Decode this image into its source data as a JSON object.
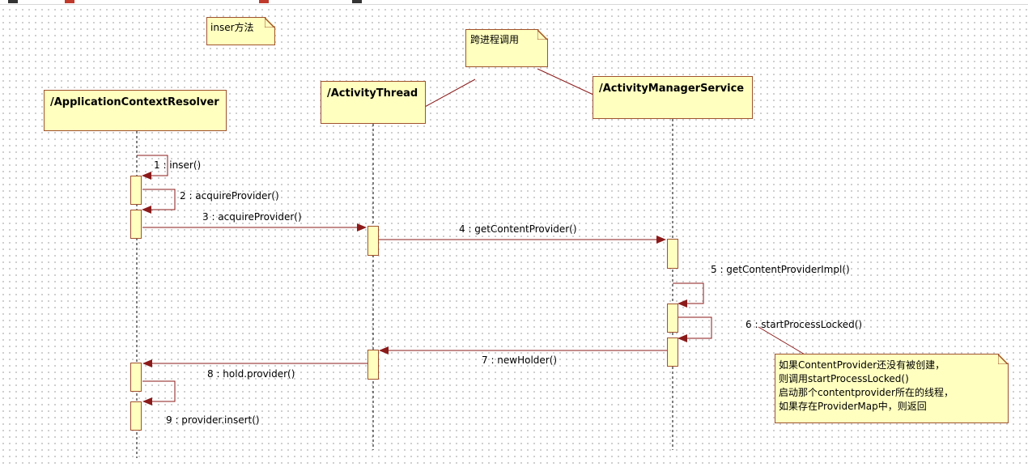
{
  "notes": {
    "insert_method": "inser方法",
    "cross_process": "跨进程调用",
    "explanation": [
      "如果ContentProvider还没有被创建，",
      "则调用startProcessLocked()",
      "启动那个contentprovider所在的线程，",
      "如果存在ProviderMap中，则返回"
    ]
  },
  "lifelines": {
    "resolver": "/ApplicationContextResolver",
    "thread": "/ActivityThread",
    "ams": "/ActivityManagerService"
  },
  "messages": [
    "1 : inser()",
    "2 : acquireProvider()",
    "3 : acquireProvider()",
    "4 : getContentProvider()",
    "5 : getContentProviderImpl()",
    "6 : startProcessLocked()",
    "7 : newHolder()",
    "8 : hold.provider()",
    "9 : provider.insert()"
  ],
  "colors": {
    "box_fill": "#ffffc0",
    "box_border": "#a0522d",
    "arrow": "#8b1a1a"
  }
}
